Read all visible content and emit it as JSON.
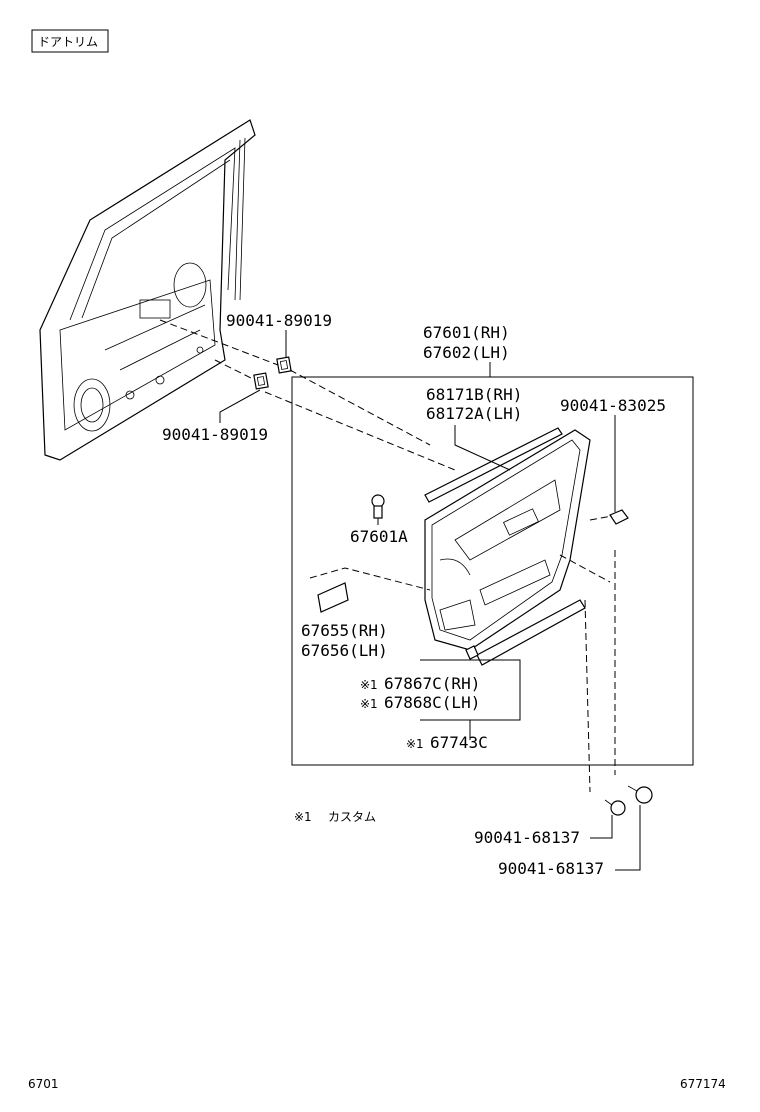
{
  "section_tag": "ドアトリム",
  "labels": {
    "clip_upper": "90041-89019",
    "clip_lower": "90041-89019",
    "trim_rh": "67601(RH)",
    "trim_lh": "67602(LH)",
    "weather_rh": "68171B(RH)",
    "weather_lh": "68172A(LH)",
    "clip_right": "90041-83025",
    "bolt": "67601A",
    "pad_rh": "67655(RH)",
    "pad_lh": "67656(LH)",
    "mold_rh": "67867C(RH)",
    "mold_lh": "67868C(LH)",
    "mold_sub": "67743C",
    "screw_1": "90041-68137",
    "screw_2": "90041-68137"
  },
  "marks": {
    "mold_rh": "※1",
    "mold_lh": "※1",
    "mold_sub": "※1"
  },
  "footnote": {
    "mark": "※1",
    "text": "カスタム"
  },
  "footer": {
    "left": "6701",
    "right": "677174"
  }
}
